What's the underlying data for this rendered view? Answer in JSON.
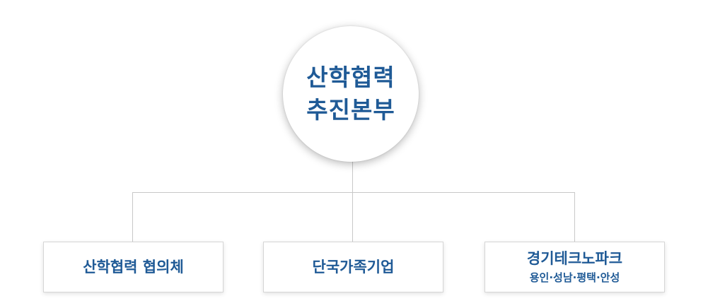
{
  "colors": {
    "text": "#1f5a96",
    "connector": "#c8c8c8",
    "box_border": "#d6d6d6"
  },
  "root": {
    "line1": "산학협력",
    "line2": "추진본부"
  },
  "children": [
    {
      "label": "산학협력 협의체",
      "sublabel": ""
    },
    {
      "label": "단국가족기업",
      "sublabel": ""
    },
    {
      "label": "경기테크노파크",
      "sublabel": "용인·성남·평택·안성"
    }
  ]
}
